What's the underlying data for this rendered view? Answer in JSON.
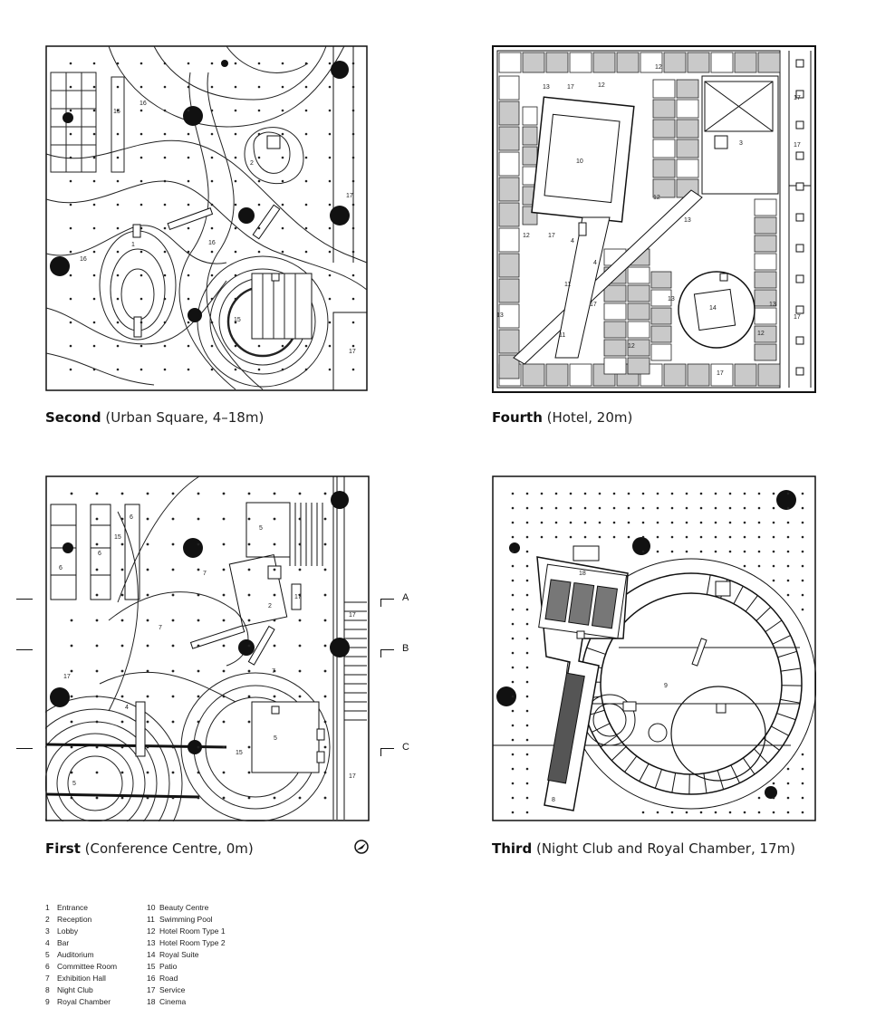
{
  "plans": [
    {
      "key": "second",
      "title": "Second",
      "subtitle": "(Urban Square, 4–18m)"
    },
    {
      "key": "fourth",
      "title": "Fourth",
      "subtitle": "(Hotel, 20m)"
    },
    {
      "key": "first",
      "title": "First",
      "subtitle": "(Conference Centre, 0m)"
    },
    {
      "key": "third",
      "title": "Third",
      "subtitle": "(Night Club and Royal Chamber, 17m)"
    }
  ],
  "section_marks": [
    "A",
    "B",
    "C"
  ],
  "second_labels": [
    "15",
    "16",
    "2",
    "1",
    "16",
    "16",
    "17",
    "15",
    "17"
  ],
  "fourth_labels": [
    "12",
    "17",
    "13",
    "17",
    "12",
    "10",
    "3",
    "17",
    "12",
    "13",
    "12",
    "17",
    "4",
    "4",
    "11",
    "17",
    "13",
    "14",
    "13",
    "13",
    "17",
    "11",
    "12",
    "12",
    "17"
  ],
  "first_labels": [
    "6",
    "6",
    "6",
    "15",
    "5",
    "7",
    "2",
    "7",
    "17",
    "17",
    "7",
    "17",
    "4",
    "5",
    "15",
    "5",
    "17"
  ],
  "third_labels": [
    "18",
    "9",
    "8"
  ],
  "legend": [
    {
      "num": "1",
      "label": "Entrance"
    },
    {
      "num": "2",
      "label": "Reception"
    },
    {
      "num": "3",
      "label": "Lobby"
    },
    {
      "num": "4",
      "label": "Bar"
    },
    {
      "num": "5",
      "label": "Auditorium"
    },
    {
      "num": "6",
      "label": "Committee Room"
    },
    {
      "num": "7",
      "label": "Exhibition Hall"
    },
    {
      "num": "8",
      "label": "Night Club"
    },
    {
      "num": "9",
      "label": "Royal Chamber"
    },
    {
      "num": "10",
      "label": "Beauty Centre"
    },
    {
      "num": "11",
      "label": "Swimming Pool"
    },
    {
      "num": "12",
      "label": "Hotel Room Type 1"
    },
    {
      "num": "13",
      "label": "Hotel Room Type 2"
    },
    {
      "num": "14",
      "label": "Royal Suite"
    },
    {
      "num": "15",
      "label": "Patio"
    },
    {
      "num": "16",
      "label": "Road"
    },
    {
      "num": "17",
      "label": "Service"
    },
    {
      "num": "18",
      "label": "Cinema"
    }
  ]
}
